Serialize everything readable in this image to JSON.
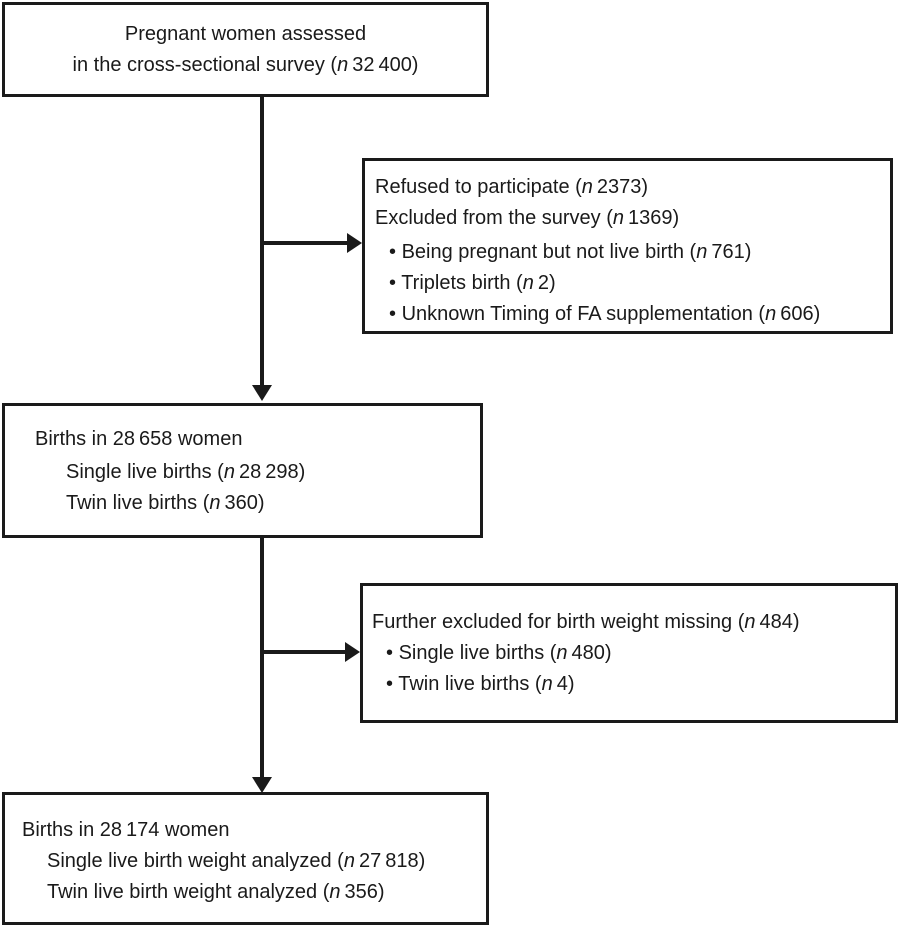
{
  "figure": {
    "background": "#ffffff",
    "ink_color": "#1a1a1a",
    "n_symbol": "n",
    "bullet_char": "•"
  },
  "boxes": {
    "assessed": {
      "align": "center",
      "lines": [
        {
          "text": "Pregnant women assessed"
        },
        {
          "text": "in the cross-sectional survey",
          "n": "32 400"
        }
      ]
    },
    "excluded_survey": {
      "lines": [
        {
          "text": "Refused to participate",
          "n": "2373"
        },
        {
          "text": "Excluded from the survey",
          "n": "1369"
        },
        {
          "text": "Being pregnant but not live birth",
          "n": "761",
          "bullet": true
        },
        {
          "text": "Triplets birth",
          "n": "2",
          "bullet": true
        },
        {
          "text": "Unknown Timing of FA supplementation",
          "n": "606",
          "bullet": true
        }
      ]
    },
    "births": {
      "lines": [
        {
          "text": "Births in 28 658 women"
        },
        {
          "text": "Single live births",
          "n": "28 298",
          "indent": true
        },
        {
          "text": "Twin live births",
          "n": "360",
          "indent": true
        }
      ]
    },
    "excluded_weight": {
      "lines": [
        {
          "text": "Further excluded for birth weight missing",
          "n": "484"
        },
        {
          "text": "Single live births",
          "n": "480",
          "bullet": true
        },
        {
          "text": "Twin live births",
          "n": "4",
          "bullet": true
        }
      ]
    },
    "analyzed": {
      "lines": [
        {
          "text": "Births in 28 174 women"
        },
        {
          "text": "Single live birth weight analyzed",
          "n": "27 818",
          "indent": true
        },
        {
          "text": "Twin live birth weight analyzed",
          "n": "356",
          "indent": true
        }
      ]
    }
  }
}
